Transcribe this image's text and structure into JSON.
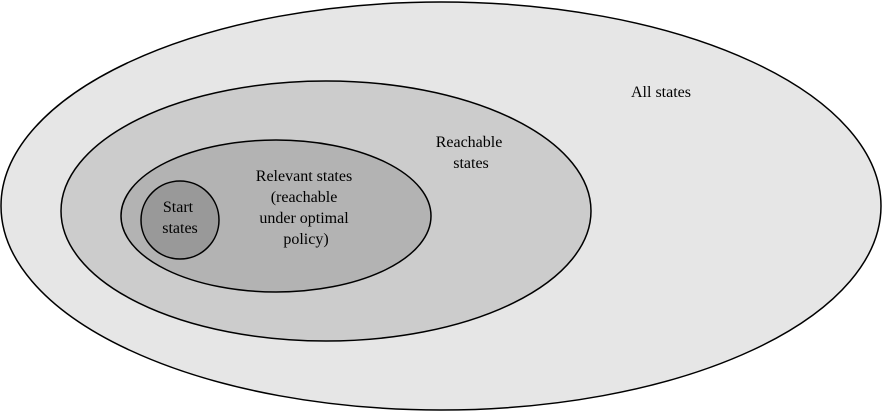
{
  "diagram": {
    "regions": [
      {
        "id": "all",
        "label_lines": [
          "All states"
        ],
        "fill": "#e6e6e6",
        "stroke": "#000000"
      },
      {
        "id": "reachable",
        "label_lines": [
          "Reachable",
          "states"
        ],
        "fill": "#cccccc",
        "stroke": "#000000"
      },
      {
        "id": "relevant",
        "label_lines": [
          "Relevant states",
          "(reachable",
          "under optimal",
          "policy)"
        ],
        "fill": "#b3b3b3",
        "stroke": "#000000"
      },
      {
        "id": "start",
        "label_lines": [
          "Start",
          "states"
        ],
        "fill": "#999999",
        "stroke": "#000000"
      }
    ]
  }
}
